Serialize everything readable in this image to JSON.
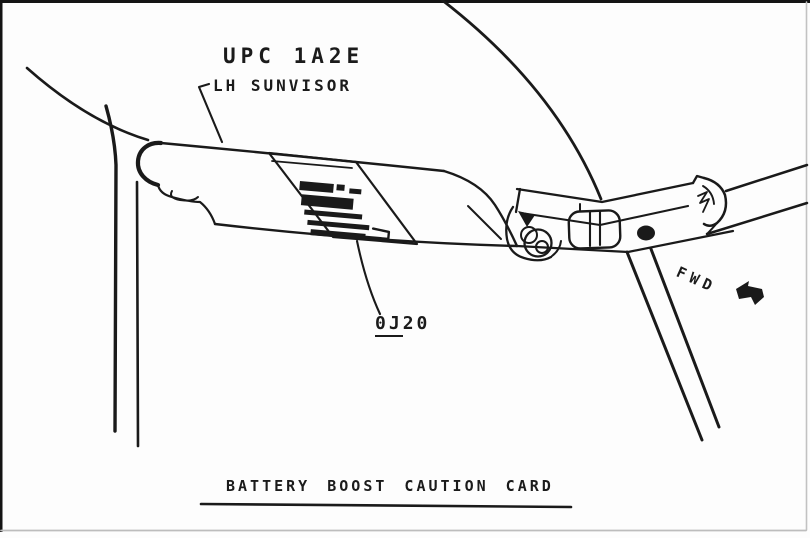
{
  "figure": {
    "part_code": "UPC 1A2E",
    "part_name": "LH SUNVISOR",
    "callout_prefix": "0J",
    "callout_suffix": "20",
    "direction_label": "FWD",
    "caption": "BATTERY BOOST CAUTION CARD"
  },
  "icons": {
    "direction_arrow": "fwd-arrow-icon",
    "caution_card_text": "illegible-printed-caution-text"
  },
  "colors": {
    "ink": "#1a1a1a",
    "background": "#fdfdfd",
    "frame_top_left": "#141414",
    "frame_bottom_right": "#c2c2c2"
  }
}
